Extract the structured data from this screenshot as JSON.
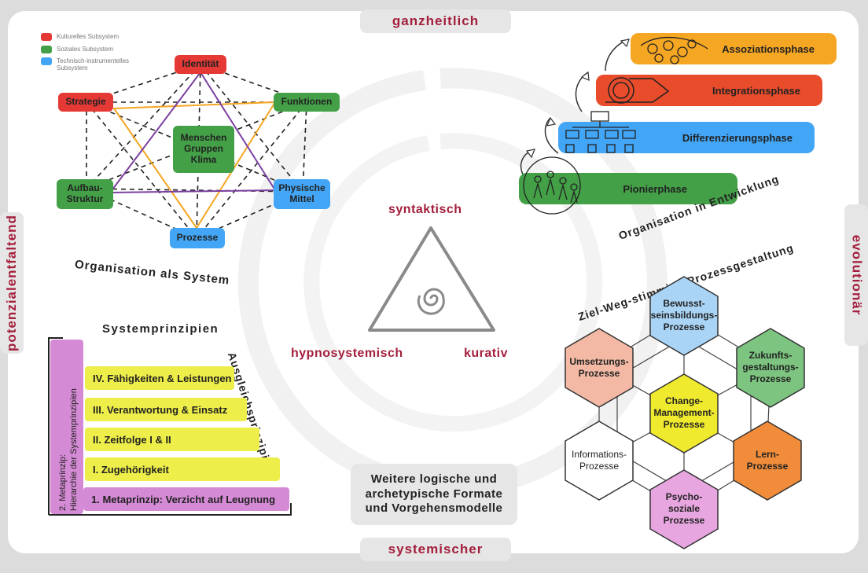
{
  "edges": {
    "top": "ganzheitlich",
    "bottom": "systemischer",
    "left": "potenzialentfaltend",
    "right": "evolutionär"
  },
  "legend": [
    {
      "label": "Kulturelles Subsystem",
      "color": "#e53935"
    },
    {
      "label": "Soziales Subsystem",
      "color": "#43a047"
    },
    {
      "label": "Technisch-instrumentelles",
      "label2": "Subsystem",
      "color": "#42a5f5"
    }
  ],
  "system": {
    "title": "Organisation als System",
    "nodes": {
      "identitaet": "Identität",
      "strategie": "Strategie",
      "funktionen": "Funktionen",
      "zentrum_1": "Menschen",
      "zentrum_2": "Gruppen",
      "zentrum_3": "Klima",
      "aufbau_1": "Aufbau-",
      "aufbau_2": "Struktur",
      "physisch_1": "Physische",
      "physisch_2": "Mittel",
      "prozesse": "Prozesse"
    }
  },
  "center": {
    "top": "syntaktisch",
    "left": "hypnosystemisch",
    "right": "kurativ"
  },
  "development": {
    "title": "Organisation in Entwicklung",
    "phases": [
      "Assoziationsphase",
      "Integrationsphase",
      "Differenzierungsphase",
      "Pionierphase"
    ]
  },
  "principles": {
    "title": "Systemprinzipien",
    "side_title": "Ausgleichsprinzipien",
    "meta_vertical_1": "2. Metaprinzip:",
    "meta_vertical_2": "Hierarchie der Systemprinzipien",
    "bars": [
      "IV. Fähigkeiten & Leistungen",
      "III. Verantwortung & Einsatz",
      "II. Zeitfolge I & II",
      "I. Zugehörigkeit",
      "1. Metaprinzip: Verzicht auf Leugnung"
    ]
  },
  "formats": {
    "line1": "Weitere logische und",
    "line2": "archetypische Formate",
    "line3": "und Vorgehensmodelle"
  },
  "process": {
    "title": "Ziel-Weg-stimmige Prozessgestaltung",
    "bewusst": [
      "Bewusst-",
      "seinsbildungs-",
      "Prozesse"
    ],
    "zukunft": [
      "Zukunfts-",
      "gestaltungs-",
      "Prozesse"
    ],
    "lern": [
      "Lern-",
      "Prozesse"
    ],
    "psycho": [
      "Psycho-",
      "soziale",
      "Prozesse"
    ],
    "info": [
      "Informations-",
      "Prozesse"
    ],
    "umsetzung": [
      "Umsetzungs-",
      "Prozesse"
    ],
    "change": [
      "Change-",
      "Management-",
      "Prozesse"
    ]
  }
}
